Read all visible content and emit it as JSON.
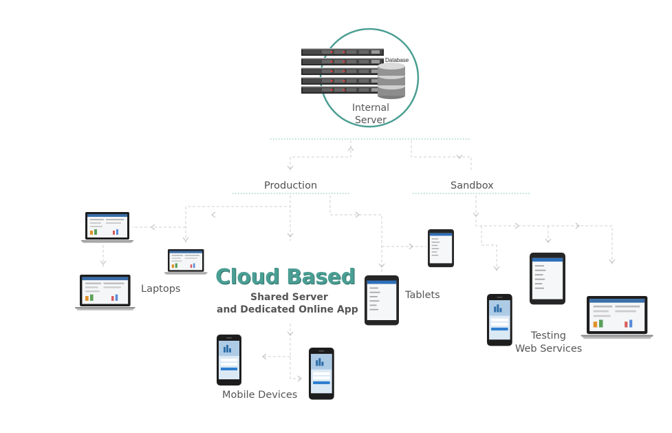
{
  "server": {
    "line1": "Internal",
    "line2": "Server",
    "database_label": "Database"
  },
  "branches": {
    "production": "Production",
    "sandbox": "Sandbox"
  },
  "center": {
    "title": "Cloud Based",
    "subtitle_line1": "Shared Server",
    "subtitle_line2": "and Dedicated  Online App"
  },
  "groups": {
    "laptops": "Laptops",
    "tablets": "Tablets",
    "mobile": "Mobile Devices",
    "testing_line1": "Testing",
    "testing_line2": "Web Services"
  },
  "colors": {
    "accent": "#4a9e93",
    "connector": "#c8c8c8",
    "dotted": "#6fb6a9"
  },
  "icons": [
    "server-rack-icon",
    "database-icon",
    "laptop-icon",
    "tablet-icon",
    "phone-icon"
  ]
}
